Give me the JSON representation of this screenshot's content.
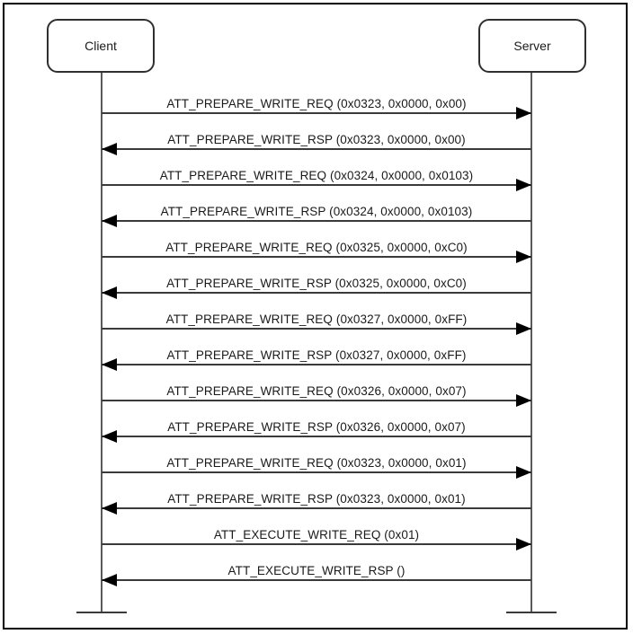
{
  "diagram": {
    "kind": "message-sequence-diagram",
    "actors": [
      {
        "id": "client",
        "label": "Client"
      },
      {
        "id": "server",
        "label": "Server"
      }
    ],
    "messages": [
      {
        "from": "client",
        "to": "server",
        "label": "ATT_PREPARE_WRITE_REQ (0x0323, 0x0000, 0x00)"
      },
      {
        "from": "server",
        "to": "client",
        "label": "ATT_PREPARE_WRITE_RSP (0x0323, 0x0000, 0x00)"
      },
      {
        "from": "client",
        "to": "server",
        "label": "ATT_PREPARE_WRITE_REQ (0x0324, 0x0000, 0x0103)"
      },
      {
        "from": "server",
        "to": "client",
        "label": "ATT_PREPARE_WRITE_RSP (0x0324, 0x0000, 0x0103)"
      },
      {
        "from": "client",
        "to": "server",
        "label": "ATT_PREPARE_WRITE_REQ (0x0325, 0x0000, 0xC0)"
      },
      {
        "from": "server",
        "to": "client",
        "label": "ATT_PREPARE_WRITE_RSP (0x0325, 0x0000, 0xC0)"
      },
      {
        "from": "client",
        "to": "server",
        "label": "ATT_PREPARE_WRITE_REQ (0x0327, 0x0000, 0xFF)"
      },
      {
        "from": "server",
        "to": "client",
        "label": "ATT_PREPARE_WRITE_RSP (0x0327, 0x0000, 0xFF)"
      },
      {
        "from": "client",
        "to": "server",
        "label": "ATT_PREPARE_WRITE_REQ (0x0326, 0x0000, 0x07)"
      },
      {
        "from": "server",
        "to": "client",
        "label": "ATT_PREPARE_WRITE_RSP (0x0326, 0x0000, 0x07)"
      },
      {
        "from": "client",
        "to": "server",
        "label": "ATT_PREPARE_WRITE_REQ (0x0323, 0x0000, 0x01)"
      },
      {
        "from": "server",
        "to": "client",
        "label": "ATT_PREPARE_WRITE_RSP (0x0323, 0x0000, 0x01)"
      },
      {
        "from": "client",
        "to": "server",
        "label": "ATT_EXECUTE_WRITE_REQ (0x01)"
      },
      {
        "from": "server",
        "to": "client",
        "label": "ATT_EXECUTE_WRITE_RSP ()"
      }
    ]
  },
  "colors": {
    "background": "#ffffff",
    "line": "#3a3a3a",
    "text": "#1a1a1a",
    "arrowhead": "#000000"
  }
}
